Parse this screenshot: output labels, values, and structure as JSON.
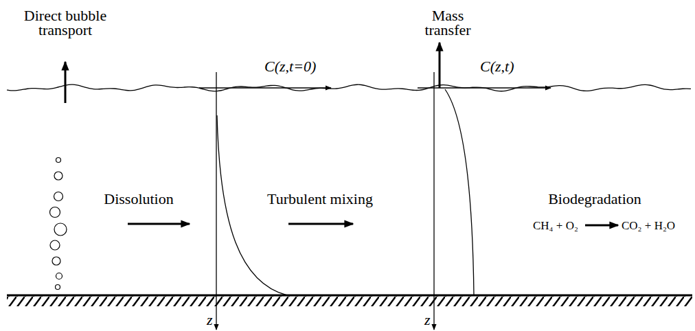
{
  "diagram": {
    "labels": [
      "Direct bubble transport",
      "Mass transfer",
      "C(z,t=0)",
      "C(z,t)",
      "Dissolution",
      "Turbulent mixing",
      "Biodegradation",
      "CH₄ + O₂",
      "CO₂ + H₂O",
      "z",
      "z"
    ]
  }
}
